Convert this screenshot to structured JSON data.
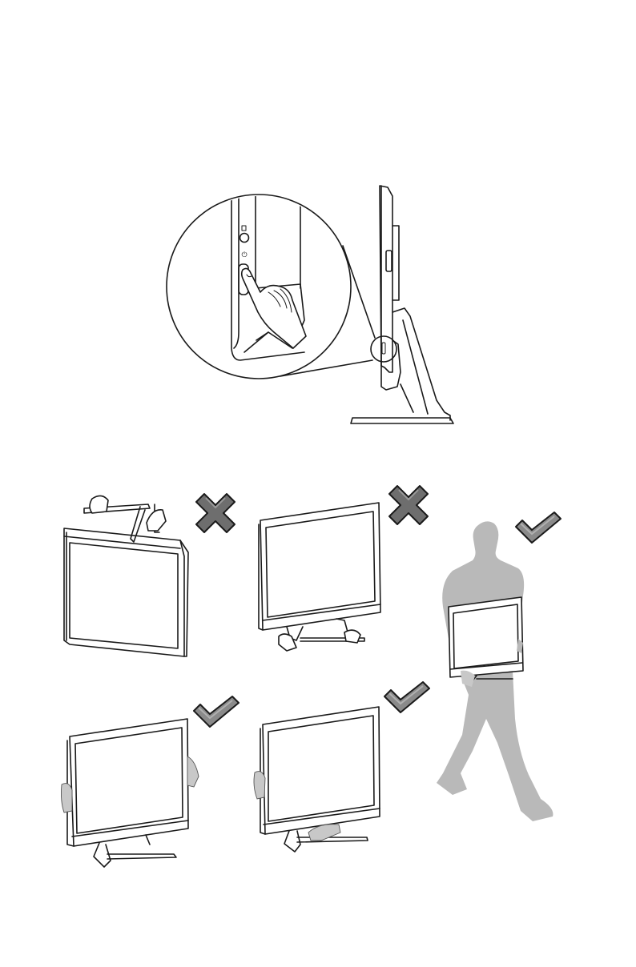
{
  "page": {
    "background": "#ffffff",
    "line_color": "#1a1a1a"
  },
  "illustrations": {
    "power_button": {
      "icons": [
        "power-button-icon",
        "hand-pressing-icon"
      ]
    },
    "handling": [
      {
        "id": "lift-by-top-edge",
        "verdict": "incorrect",
        "icon": "cross-icon"
      },
      {
        "id": "lift-by-stand",
        "verdict": "incorrect",
        "icon": "cross-icon"
      },
      {
        "id": "carry-walking",
        "verdict": "correct",
        "icon": "check-icon"
      },
      {
        "id": "hold-both-sides",
        "verdict": "correct",
        "icon": "check-icon"
      },
      {
        "id": "hold-side-and-base",
        "verdict": "correct",
        "icon": "check-icon"
      }
    ],
    "colors": {
      "cross": "#6e6e6e",
      "check": "#8a8a8a",
      "person_silhouette": "#b9b9b9"
    }
  }
}
